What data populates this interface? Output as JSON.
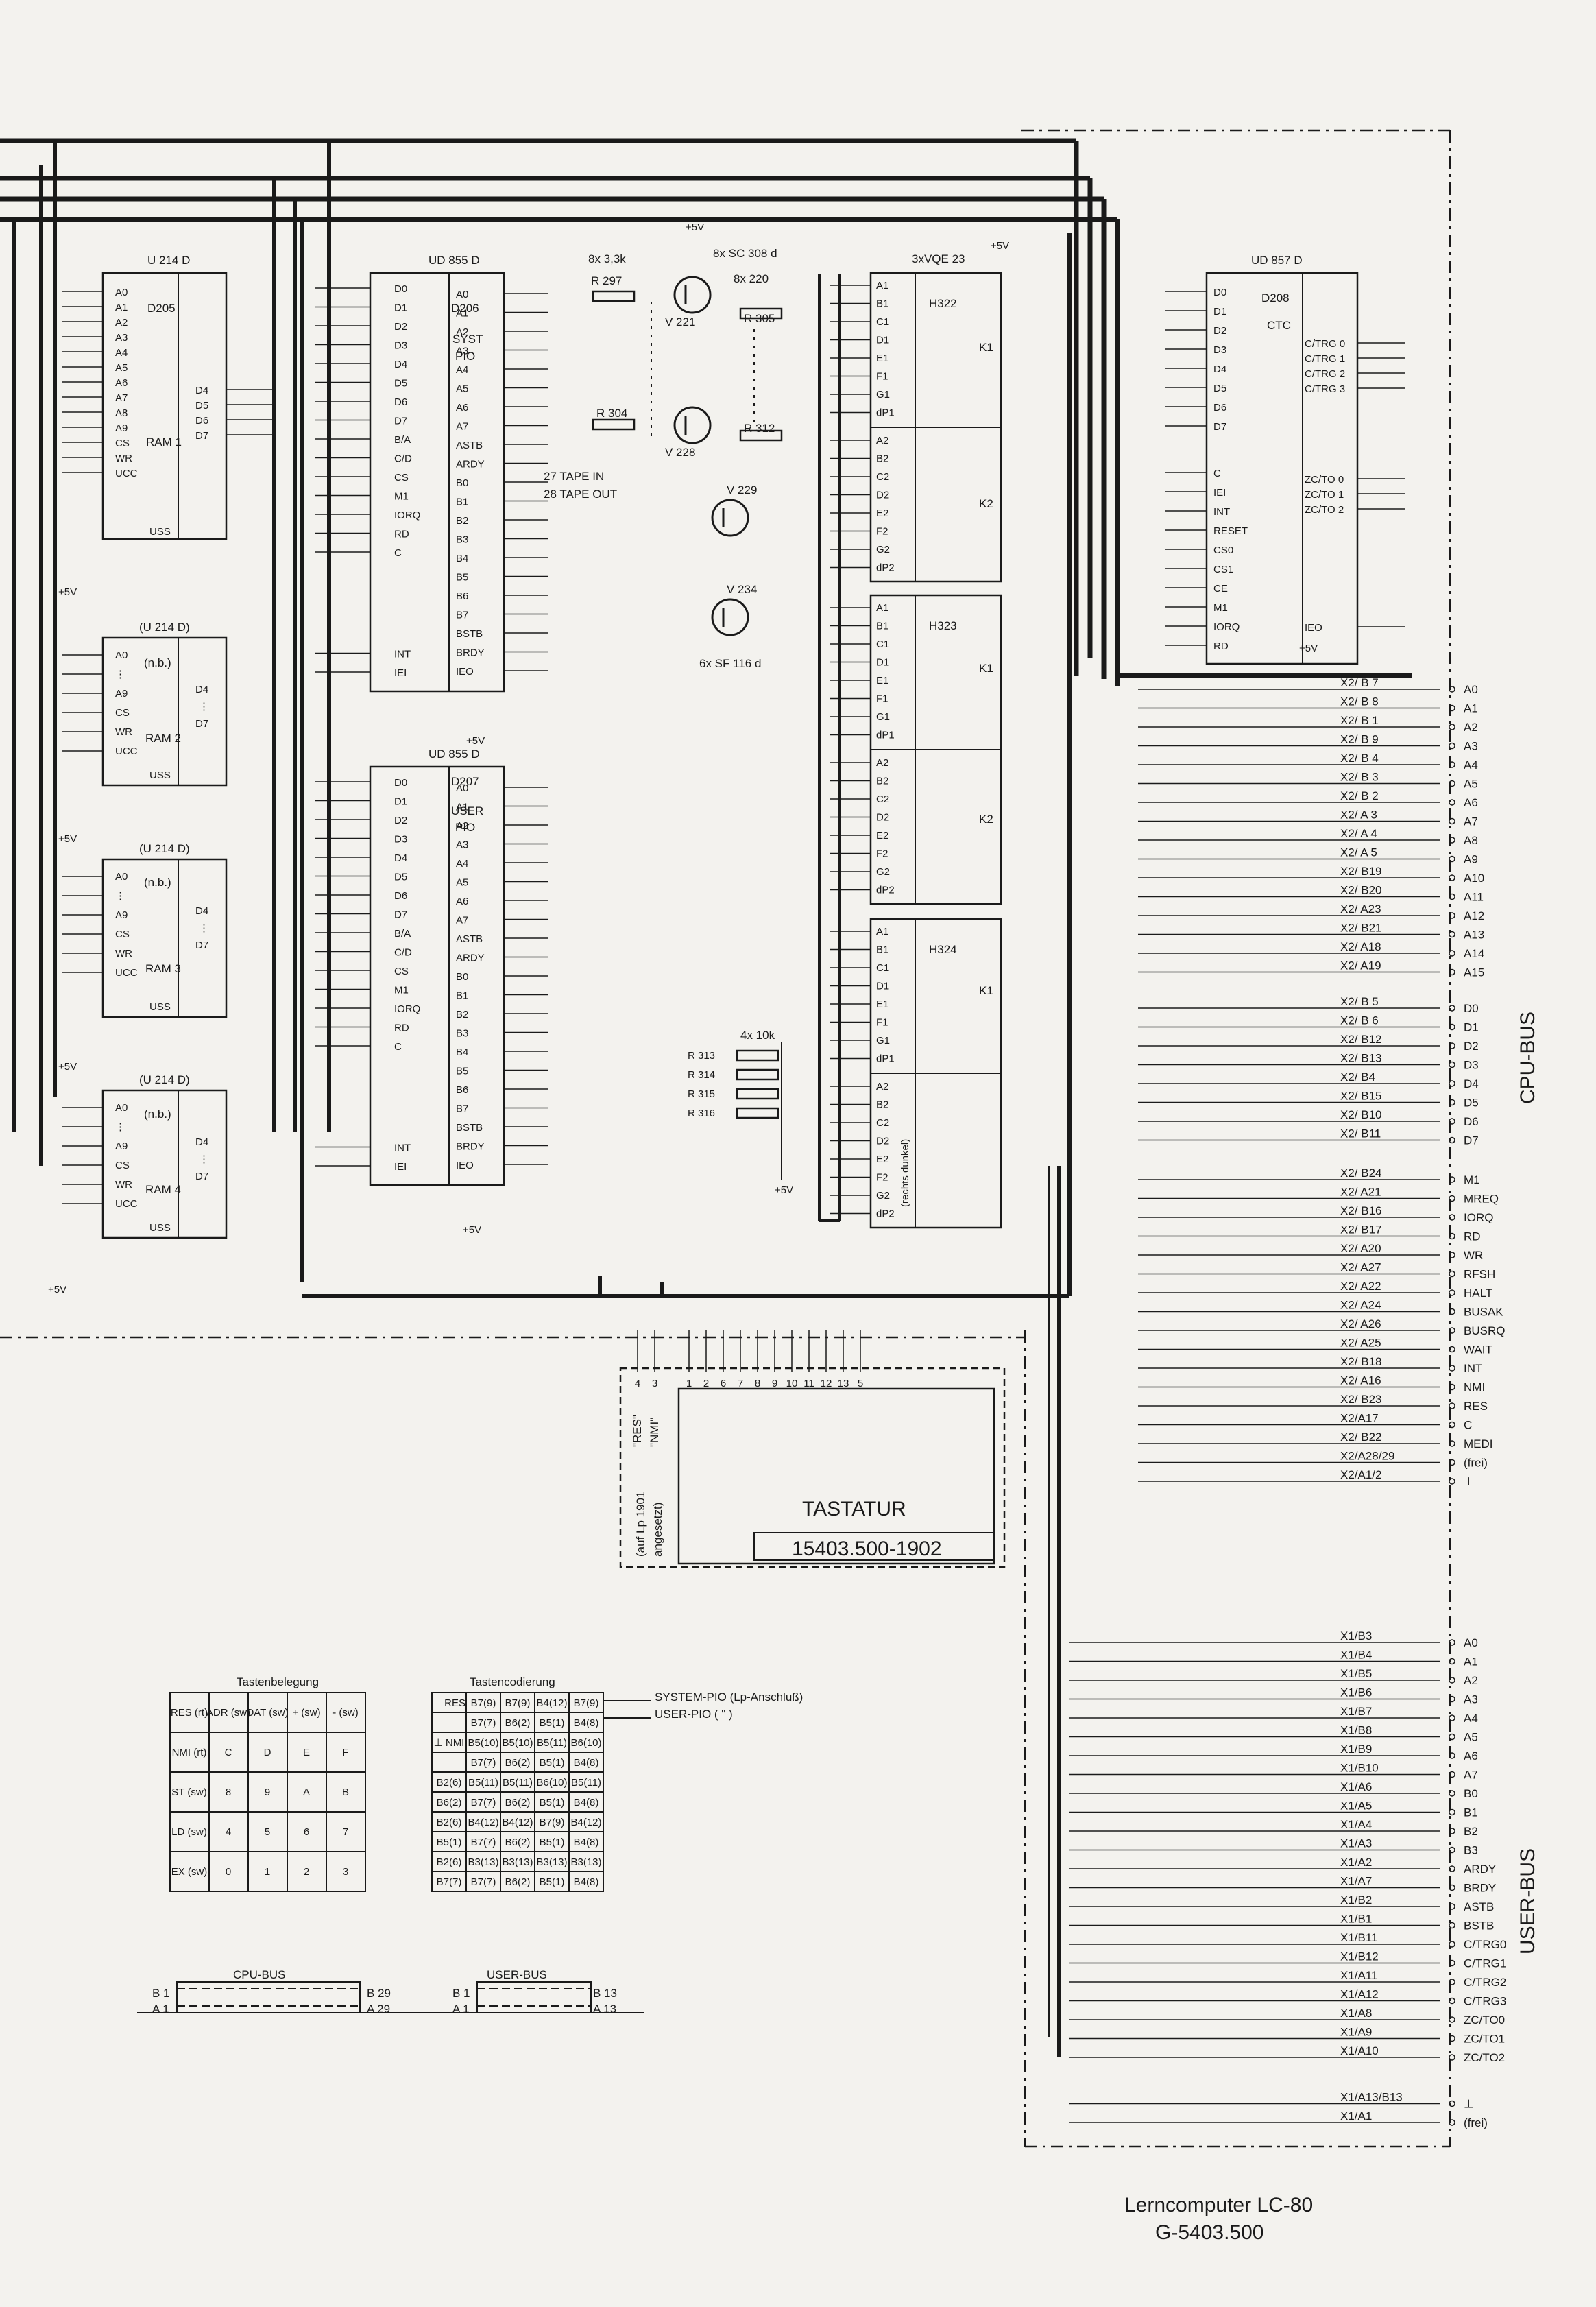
{
  "title": {
    "line1": "Lerncomputer LC-80",
    "line2": "G-5403.500"
  },
  "bus_labels": {
    "cpu": "CPU-BUS",
    "user": "USER-BUS"
  },
  "chips": {
    "ram1": {
      "type": "U 214 D",
      "ref": "D205",
      "name": "RAM 1"
    },
    "ram2": {
      "type": "(U 214 D)",
      "ref": "(n.b.)",
      "name": "RAM 2"
    },
    "ram3": {
      "type": "(U 214 D)",
      "ref": "(n.b.)",
      "name": "RAM 3"
    },
    "ram4": {
      "type": "(U 214 D)",
      "ref": "(n.b.)",
      "name": "RAM 4"
    },
    "syspio": {
      "type": "UD 855 D",
      "ref": "D206",
      "name1": "SYST",
      "name2": "PIO"
    },
    "userpio": {
      "type": "UD 855 D",
      "ref": "D207",
      "name1": "USER",
      "name2": "PIO"
    },
    "ctc": {
      "type": "UD 857 D",
      "ref": "D208",
      "name": "CTC"
    },
    "display": {
      "type": "3xVQE 23",
      "units": [
        "H322",
        "H323",
        "H324"
      ]
    }
  },
  "ram_pins": {
    "left": [
      "A0",
      "A1",
      "A2",
      "A3",
      "A4",
      "A5",
      "A6",
      "A7",
      "A8",
      "A9",
      "CS",
      "WR",
      "UCC"
    ],
    "right": [
      "D4",
      "D5",
      "D6",
      "D7"
    ],
    "vss": "USS"
  },
  "pio_pins": {
    "left": [
      "D0",
      "D1",
      "D2",
      "D3",
      "D4",
      "D5",
      "D6",
      "D7",
      "B/A",
      "C/D",
      "CS",
      "M1",
      "IORQ",
      "RD",
      "C",
      "INT",
      "IEI"
    ],
    "right": [
      "A0",
      "A1",
      "A2",
      "A3",
      "A4",
      "A5",
      "A6",
      "A7",
      "ASTB",
      "ARDY",
      "B0",
      "B1",
      "B2",
      "B3",
      "B4",
      "B5",
      "B6",
      "B7",
      "BSTB",
      "BRDY",
      "IEO"
    ]
  },
  "ctc_pins": {
    "left": [
      "D0",
      "D1",
      "D2",
      "D3",
      "D4",
      "D5",
      "D6",
      "D7",
      "C",
      "IEI",
      "INT",
      "RESET",
      "CS0",
      "CS1",
      "CE",
      "M1",
      "IORQ",
      "RD"
    ],
    "right": [
      "C/TRG 0",
      "C/TRG 1",
      "C/TRG 2",
      "C/TRG 3",
      "ZC/TO 0",
      "ZC/TO 1",
      "ZC/TO 2",
      "IEO"
    ]
  },
  "display_pins": [
    "A1",
    "B1",
    "C1",
    "D1",
    "E1",
    "F1",
    "G1",
    "dP1",
    "A2",
    "B2",
    "C2",
    "D2",
    "E2",
    "F2",
    "G2",
    "dP2"
  ],
  "display_extra": [
    "K1",
    "K2",
    "(rechts dunkel)"
  ],
  "components": {
    "r297": "R 297",
    "r304": "R 304",
    "r305": "R 305",
    "r312": "R 312",
    "r297_group": "8x 3,3k",
    "r305_group": "8x 220",
    "v221": "V 221",
    "v228": "V 228",
    "v_group": "8x SC 308 d",
    "v229": "V 229",
    "v234": "V 234",
    "v2_group": "6x SF 116 d",
    "r_pullups": [
      "R 313",
      "R 314",
      "R 315",
      "R 316"
    ],
    "r_pullup_group": "4x 10k",
    "vcc": "+5V",
    "tape_in": "27 TAPE IN",
    "tape_out": "28 TAPE OUT"
  },
  "keyboard": {
    "title": "TASTATUR",
    "part": "15403.500-1902",
    "note1": "(auf Lp 1901",
    "note2": "angesetzt)",
    "res": "\"RES\"",
    "nmi": "\"NMI\"",
    "pins": [
      "4",
      "3",
      "1",
      "2",
      "6",
      "7",
      "8",
      "9",
      "10",
      "11",
      "12",
      "13",
      "5"
    ]
  },
  "cpu_bus_rows": [
    {
      "x": "X2/ B 7",
      "s": "A0"
    },
    {
      "x": "X2/ B 8",
      "s": "A1"
    },
    {
      "x": "X2/ B 1",
      "s": "A2"
    },
    {
      "x": "X2/ B 9",
      "s": "A3"
    },
    {
      "x": "X2/ B 4",
      "s": "A4"
    },
    {
      "x": "X2/ B 3",
      "s": "A5"
    },
    {
      "x": "X2/ B 2",
      "s": "A6"
    },
    {
      "x": "X2/ A 3",
      "s": "A7"
    },
    {
      "x": "X2/ A 4",
      "s": "A8"
    },
    {
      "x": "X2/ A 5",
      "s": "A9"
    },
    {
      "x": "X2/ B19",
      "s": "A10"
    },
    {
      "x": "X2/ B20",
      "s": "A11"
    },
    {
      "x": "X2/ A23",
      "s": "A12"
    },
    {
      "x": "X2/ B21",
      "s": "A13"
    },
    {
      "x": "X2/ A18",
      "s": "A14"
    },
    {
      "x": "X2/ A19",
      "s": "A15"
    },
    {
      "x": "X2/ B 5",
      "s": "D0"
    },
    {
      "x": "X2/ B 6",
      "s": "D1"
    },
    {
      "x": "X2/ B12",
      "s": "D2"
    },
    {
      "x": "X2/ B13",
      "s": "D3"
    },
    {
      "x": "X2/ B4",
      "s": "D4"
    },
    {
      "x": "X2/ B15",
      "s": "D5"
    },
    {
      "x": "X2/ B10",
      "s": "D6"
    },
    {
      "x": "X2/ B11",
      "s": "D7"
    },
    {
      "x": "X2/ B24",
      "s": "M1"
    },
    {
      "x": "X2/ A21",
      "s": "MREQ"
    },
    {
      "x": "X2/ B16",
      "s": "IORQ"
    },
    {
      "x": "X2/ B17",
      "s": "RD"
    },
    {
      "x": "X2/ A20",
      "s": "WR"
    },
    {
      "x": "X2/ A27",
      "s": "RFSH"
    },
    {
      "x": "X2/ A22",
      "s": "HALT"
    },
    {
      "x": "X2/ A24",
      "s": "BUSAK"
    },
    {
      "x": "X2/ A26",
      "s": "BUSRQ"
    },
    {
      "x": "X2/ A25",
      "s": "WAIT"
    },
    {
      "x": "X2/ B18",
      "s": "INT"
    },
    {
      "x": "X2/ A16",
      "s": "NMI"
    },
    {
      "x": "X2/ B23",
      "s": "RES"
    },
    {
      "x": "X2/A17",
      "s": "C"
    },
    {
      "x": "X2/ B22",
      "s": "MEDI"
    },
    {
      "x": "X2/A28/29",
      "s": "(frei)"
    },
    {
      "x": "X2/A1/2",
      "s": "⊥"
    }
  ],
  "user_bus_rows": [
    {
      "x": "X1/B3",
      "s": "A0"
    },
    {
      "x": "X1/B4",
      "s": "A1"
    },
    {
      "x": "X1/B5",
      "s": "A2"
    },
    {
      "x": "X1/B6",
      "s": "A3"
    },
    {
      "x": "X1/B7",
      "s": "A4"
    },
    {
      "x": "X1/B8",
      "s": "A5"
    },
    {
      "x": "X1/B9",
      "s": "A6"
    },
    {
      "x": "X1/B10",
      "s": "A7"
    },
    {
      "x": "X1/A6",
      "s": "B0"
    },
    {
      "x": "X1/A5",
      "s": "B1"
    },
    {
      "x": "X1/A4",
      "s": "B2"
    },
    {
      "x": "X1/A3",
      "s": "B3"
    },
    {
      "x": "X1/A2",
      "s": "ARDY"
    },
    {
      "x": "X1/A7",
      "s": "BRDY"
    },
    {
      "x": "X1/B2",
      "s": "ASTB"
    },
    {
      "x": "X1/B1",
      "s": "BSTB"
    },
    {
      "x": "X1/B11",
      "s": "C/TRG0"
    },
    {
      "x": "X1/B12",
      "s": "C/TRG1"
    },
    {
      "x": "X1/A11",
      "s": "C/TRG2"
    },
    {
      "x": "X1/A12",
      "s": "C/TRG3"
    },
    {
      "x": "X1/A8",
      "s": "ZC/TO0"
    },
    {
      "x": "X1/A9",
      "s": "ZC/TO1"
    },
    {
      "x": "X1/A10",
      "s": "ZC/TO2"
    },
    {
      "x": "X1/A13/B13",
      "s": "⊥"
    },
    {
      "x": "X1/A1",
      "s": "(frei)"
    }
  ],
  "key_table": {
    "title": "Tastenbelegung",
    "rows": [
      [
        "RES (rt)",
        "ADR (sw)",
        "DAT (sw)",
        "+ (sw)",
        "- (sw)"
      ],
      [
        "NMI (rt)",
        "C",
        "D",
        "E",
        "F"
      ],
      [
        "ST (sw)",
        "8",
        "9",
        "A",
        "B"
      ],
      [
        "LD (sw)",
        "4",
        "5",
        "6",
        "7"
      ],
      [
        "EX (sw)",
        "0",
        "1",
        "2",
        "3"
      ]
    ]
  },
  "code_table": {
    "title": "Tastencodierung",
    "rows": [
      [
        "⊥ RES",
        "B7(9)",
        "B7(9)",
        "B4(12)",
        "B7(9)"
      ],
      [
        "",
        "B7(7)",
        "B6(2)",
        "B5(1)",
        "B4(8)"
      ],
      [
        "⊥ NMI",
        "B5(10)",
        "B5(10)",
        "B5(11)",
        "B6(10)"
      ],
      [
        "",
        "B7(7)",
        "B6(2)",
        "B5(1)",
        "B4(8)"
      ],
      [
        "B2(6)",
        "B5(11)",
        "B5(11)",
        "B6(10)",
        "B5(11)"
      ],
      [
        "B6(2)",
        "B7(7)",
        "B6(2)",
        "B5(1)",
        "B4(8)"
      ],
      [
        "B2(6)",
        "B4(12)",
        "B4(12)",
        "B7(9)",
        "B4(12)"
      ],
      [
        "B5(1)",
        "B7(7)",
        "B6(2)",
        "B5(1)",
        "B4(8)"
      ],
      [
        "B2(6)",
        "B3(13)",
        "B3(13)",
        "B3(13)",
        "B3(13)"
      ],
      [
        "B7(7)",
        "B7(7)",
        "B6(2)",
        "B5(1)",
        "B4(8)"
      ]
    ],
    "legend1": "SYSTEM-PIO (Lp-Anschluß)",
    "legend2": "USER-PIO  (   \"    )"
  },
  "connectors": {
    "cpu": {
      "title": "CPU-BUS",
      "l1": "B 1",
      "l2": "A 1",
      "r1": "B 29",
      "r2": "A 29"
    },
    "user": {
      "title": "USER-BUS",
      "l1": "B 1",
      "l2": "A 1",
      "r1": "B 13",
      "r2": "A 13"
    }
  }
}
